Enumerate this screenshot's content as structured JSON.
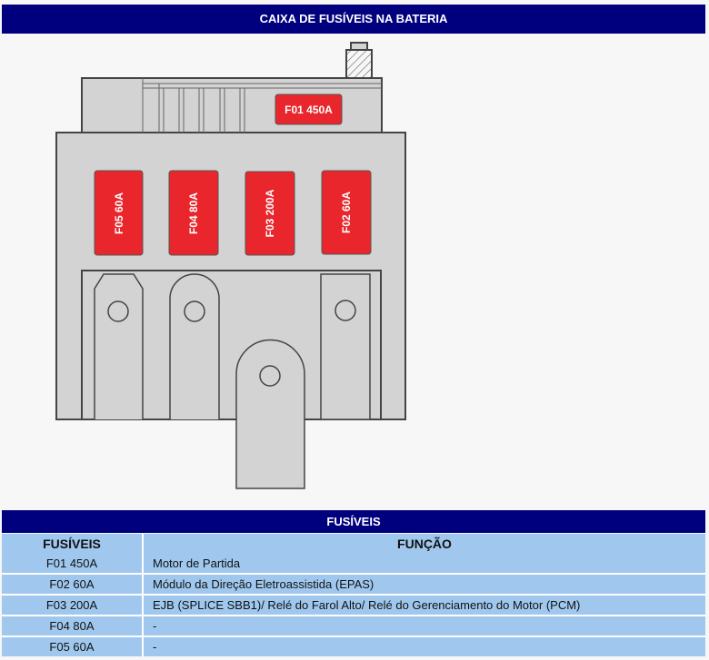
{
  "title": "CAIXA DE FUSÍVEIS NA BATERIA",
  "diagram": {
    "fuses": {
      "f01": "F01 450A",
      "f02": "F02 60A",
      "f03": "F03 200A",
      "f04": "F04 80A",
      "f05": "F05 60A"
    },
    "fuse_color": "#e8262c"
  },
  "table": {
    "title": "FUSÍVEIS",
    "headers": [
      "FUSÍVEIS",
      "FUNÇÃO"
    ],
    "rows": [
      [
        "F01 450A",
        "Motor de Partida"
      ],
      [
        "F02 60A",
        "Módulo da Direção Eletroassistida (EPAS)"
      ],
      [
        "F03 200A",
        "EJB (SPLICE SBB1)/ Relé do Farol Alto/ Relé do Gerenciamento do Motor (PCM)"
      ],
      [
        "F04 80A",
        "-"
      ],
      [
        "F05 60A",
        "-"
      ]
    ]
  }
}
